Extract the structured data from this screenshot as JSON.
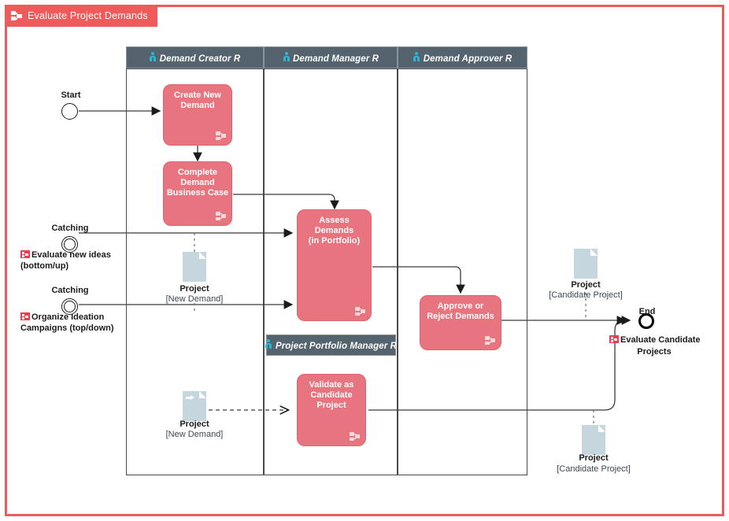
{
  "diagram": {
    "title": "Evaluate Project Demands",
    "title_icon": "subprocess-icon",
    "frame_color": "#ef5a5a",
    "lane_header_color": "#55636e",
    "task_color": "#e8747f",
    "data_object_color": "#c6d6de"
  },
  "lanes": [
    {
      "id": "demand-creator",
      "label": "Demand Creator R",
      "icon": "person-icon"
    },
    {
      "id": "demand-manager",
      "label": "Demand Manager R",
      "icon": "person-icon"
    },
    {
      "id": "demand-approver",
      "label": "Demand Approver R",
      "icon": "person-icon"
    },
    {
      "id": "project-portfolio-manager",
      "label": "Project Portfolio Manager R",
      "icon": "person-icon"
    }
  ],
  "tasks": [
    {
      "id": "create-new-demand",
      "label": "Create New Demand",
      "lane": "demand-creator",
      "icon": "subprocess-icon"
    },
    {
      "id": "complete-demand-business-case",
      "label": "Complete Demand Business Case",
      "lane": "demand-creator",
      "icon": "subprocess-icon"
    },
    {
      "id": "assess-demands",
      "label": "Assess Demands (in Portfolio)",
      "line1": "Assess Demands",
      "line2": "(in Portfolio)",
      "lane": "demand-manager",
      "icon": "subprocess-icon"
    },
    {
      "id": "approve-or-reject-demands",
      "label": "Approve or Reject Demands",
      "lane": "demand-approver",
      "icon": "subprocess-icon"
    },
    {
      "id": "validate-as-candidate-project",
      "label": "Validate as Candidate Project",
      "lane": "project-portfolio-manager",
      "icon": "subprocess-icon"
    }
  ],
  "events": [
    {
      "id": "start-event",
      "type": "start",
      "label": "Start"
    },
    {
      "id": "catching-event-1",
      "type": "intermediate-catching",
      "label": "Catching",
      "annotation": "Evaluate new ideas (bottom/up)",
      "annotation_line1": "Evaluate new ideas",
      "annotation_line2": "(bottom/up)",
      "annotation_icon": "link-icon"
    },
    {
      "id": "catching-event-2",
      "type": "intermediate-catching",
      "label": "Catching",
      "annotation": "Organize Ideation Campaigns (top/down)",
      "annotation_line1": "Organize Ideation",
      "annotation_line2": "Campaigns (top/down)",
      "annotation_icon": "link-icon"
    },
    {
      "id": "end-event",
      "type": "end",
      "label": "End",
      "annotation": "Evaluate Candidate Projects",
      "annotation_line1": "Evaluate Candidate",
      "annotation_line2": "Projects",
      "annotation_icon": "link-icon"
    }
  ],
  "data_objects": [
    {
      "id": "data-object-new-demand-top",
      "name": "Project",
      "state": "[New Demand]",
      "variant": "plain"
    },
    {
      "id": "data-object-new-demand-bottom",
      "name": "Project",
      "state": "[New Demand]",
      "variant": "input"
    },
    {
      "id": "data-object-candidate-project-top",
      "name": "Project",
      "state": "[Candidate Project]",
      "variant": "plain"
    },
    {
      "id": "data-object-candidate-project-bottom",
      "name": "Project",
      "state": "[Candidate Project]",
      "variant": "plain"
    }
  ]
}
